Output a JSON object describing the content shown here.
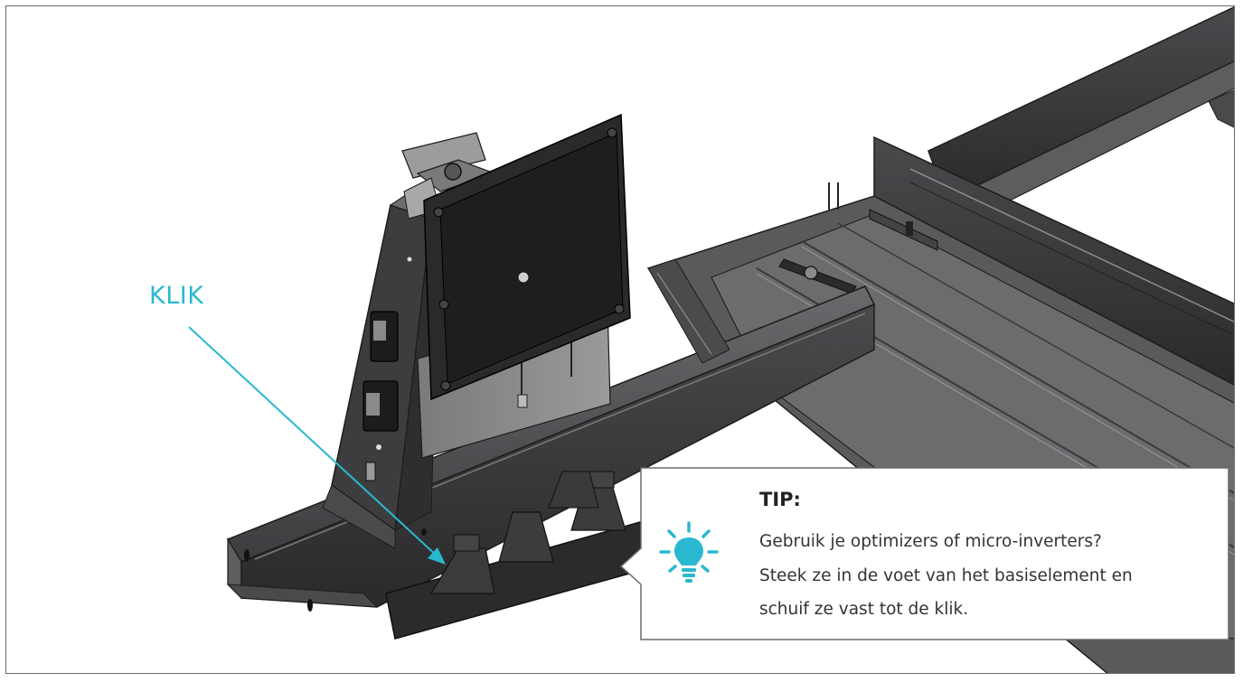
{
  "callout": {
    "label": "KLIK",
    "color": "#29b8d0"
  },
  "tip": {
    "title": "TIP:",
    "lines": [
      "Gebruik je optimizers of micro-inverters?",
      "Steek ze in de voet van het basiselement en",
      "schuif ze vast tot de klik."
    ],
    "icon": "lightbulb-icon",
    "icon_color": "#29b8d0"
  },
  "colors": {
    "metal_dark": "#3a3a3c",
    "metal_mid": "#58585b",
    "metal_light": "#8a8a8d",
    "panel": "#1f1f20"
  }
}
